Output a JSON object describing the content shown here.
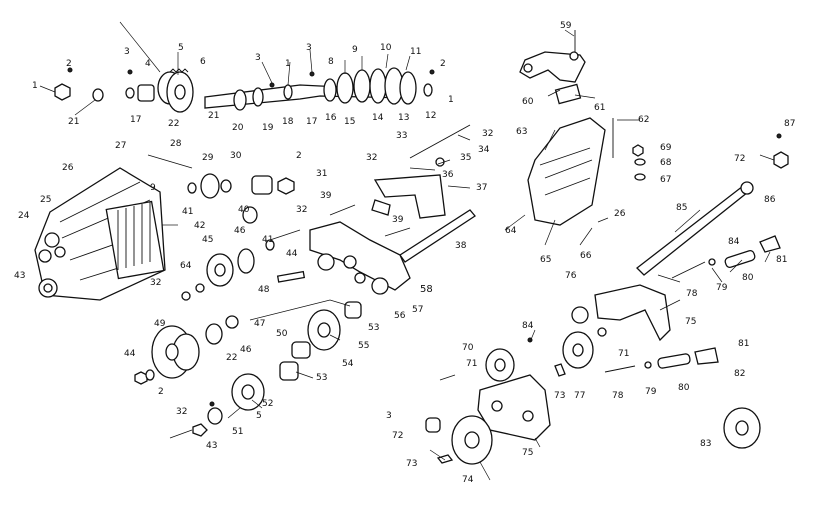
{
  "labels": [
    {
      "id": "1",
      "t": "1"
    },
    {
      "id": "2",
      "t": "2"
    },
    {
      "id": "21",
      "t": "21"
    },
    {
      "id": "3",
      "t": "3"
    },
    {
      "id": "4",
      "t": "4"
    },
    {
      "id": "5",
      "t": "5"
    },
    {
      "id": "6",
      "t": "6"
    },
    {
      "id": "17",
      "t": "17"
    },
    {
      "id": "22",
      "t": "22"
    },
    {
      "id": "3b",
      "t": "3"
    },
    {
      "id": "21b",
      "t": "21"
    },
    {
      "id": "20",
      "t": "20"
    },
    {
      "id": "19",
      "t": "19"
    },
    {
      "id": "1b",
      "t": "1"
    },
    {
      "id": "18",
      "t": "18"
    },
    {
      "id": "3c",
      "t": "3"
    },
    {
      "id": "17b",
      "t": "17"
    },
    {
      "id": "16",
      "t": "16"
    },
    {
      "id": "8",
      "t": "8"
    },
    {
      "id": "15",
      "t": "15"
    },
    {
      "id": "9",
      "t": "9"
    },
    {
      "id": "10",
      "t": "10"
    },
    {
      "id": "14",
      "t": "14"
    },
    {
      "id": "11",
      "t": "11"
    },
    {
      "id": "13",
      "t": "13"
    },
    {
      "id": "2b",
      "t": "2"
    },
    {
      "id": "12",
      "t": "12"
    },
    {
      "id": "1c",
      "t": "1"
    },
    {
      "id": "59",
      "t": "59"
    },
    {
      "id": "60",
      "t": "60"
    },
    {
      "id": "61",
      "t": "61"
    },
    {
      "id": "62",
      "t": "62"
    },
    {
      "id": "63",
      "t": "63"
    },
    {
      "id": "69",
      "t": "69"
    },
    {
      "id": "68",
      "t": "68"
    },
    {
      "id": "67",
      "t": "67"
    },
    {
      "id": "87",
      "t": "87"
    },
    {
      "id": "72",
      "t": "72"
    },
    {
      "id": "86",
      "t": "86"
    },
    {
      "id": "28",
      "t": "28"
    },
    {
      "id": "27",
      "t": "27"
    },
    {
      "id": "26",
      "t": "26"
    },
    {
      "id": "29",
      "t": "29"
    },
    {
      "id": "30",
      "t": "30"
    },
    {
      "id": "2c",
      "t": "2"
    },
    {
      "id": "31",
      "t": "31"
    },
    {
      "id": "33",
      "t": "33"
    },
    {
      "id": "32",
      "t": "32"
    },
    {
      "id": "34",
      "t": "34"
    },
    {
      "id": "32b",
      "t": "32"
    },
    {
      "id": "35",
      "t": "35"
    },
    {
      "id": "36",
      "t": "36"
    },
    {
      "id": "37",
      "t": "37"
    },
    {
      "id": "41",
      "t": "41"
    },
    {
      "id": "40",
      "t": "40"
    },
    {
      "id": "39",
      "t": "39"
    },
    {
      "id": "9b",
      "t": "9"
    },
    {
      "id": "25",
      "t": "25"
    },
    {
      "id": "24",
      "t": "24"
    },
    {
      "id": "42",
      "t": "42"
    },
    {
      "id": "32c",
      "t": "32"
    },
    {
      "id": "39b",
      "t": "39"
    },
    {
      "id": "38",
      "t": "38"
    },
    {
      "id": "64",
      "t": "64"
    },
    {
      "id": "65",
      "t": "65"
    },
    {
      "id": "66",
      "t": "66"
    },
    {
      "id": "26b",
      "t": "26"
    },
    {
      "id": "85",
      "t": "85"
    },
    {
      "id": "84",
      "t": "84"
    },
    {
      "id": "81",
      "t": "81"
    },
    {
      "id": "45",
      "t": "45"
    },
    {
      "id": "46",
      "t": "46"
    },
    {
      "id": "41b",
      "t": "41"
    },
    {
      "id": "44",
      "t": "44"
    },
    {
      "id": "43",
      "t": "43"
    },
    {
      "id": "64b",
      "t": "64"
    },
    {
      "id": "32d",
      "t": "32"
    },
    {
      "id": "48",
      "t": "48"
    },
    {
      "id": "58",
      "t": "58"
    },
    {
      "id": "57",
      "t": "57"
    },
    {
      "id": "56",
      "t": "56"
    },
    {
      "id": "78",
      "t": "78"
    },
    {
      "id": "79",
      "t": "79"
    },
    {
      "id": "80",
      "t": "80"
    },
    {
      "id": "76",
      "t": "76"
    },
    {
      "id": "75",
      "t": "75"
    },
    {
      "id": "49",
      "t": "49"
    },
    {
      "id": "47",
      "t": "47"
    },
    {
      "id": "50",
      "t": "50"
    },
    {
      "id": "53",
      "t": "53"
    },
    {
      "id": "55",
      "t": "55"
    },
    {
      "id": "46b",
      "t": "46"
    },
    {
      "id": "84b",
      "t": "84"
    },
    {
      "id": "71",
      "t": "71"
    },
    {
      "id": "70",
      "t": "70"
    },
    {
      "id": "71b",
      "t": "71"
    },
    {
      "id": "81b",
      "t": "81"
    },
    {
      "id": "44b",
      "t": "44"
    },
    {
      "id": "22b",
      "t": "22"
    },
    {
      "id": "54",
      "t": "54"
    },
    {
      "id": "53b",
      "t": "53"
    },
    {
      "id": "2d",
      "t": "2"
    },
    {
      "id": "52",
      "t": "52"
    },
    {
      "id": "73",
      "t": "73"
    },
    {
      "id": "77",
      "t": "77"
    },
    {
      "id": "78b",
      "t": "78"
    },
    {
      "id": "79b",
      "t": "79"
    },
    {
      "id": "80b",
      "t": "80"
    },
    {
      "id": "82",
      "t": "82"
    },
    {
      "id": "32e",
      "t": "32"
    },
    {
      "id": "5b",
      "t": "5"
    },
    {
      "id": "51",
      "t": "51"
    },
    {
      "id": "43b",
      "t": "43"
    },
    {
      "id": "3d",
      "t": "3"
    },
    {
      "id": "72b",
      "t": "72"
    },
    {
      "id": "75b",
      "t": "75"
    },
    {
      "id": "83",
      "t": "83"
    },
    {
      "id": "73b",
      "t": "73"
    },
    {
      "id": "74",
      "t": "74"
    }
  ]
}
